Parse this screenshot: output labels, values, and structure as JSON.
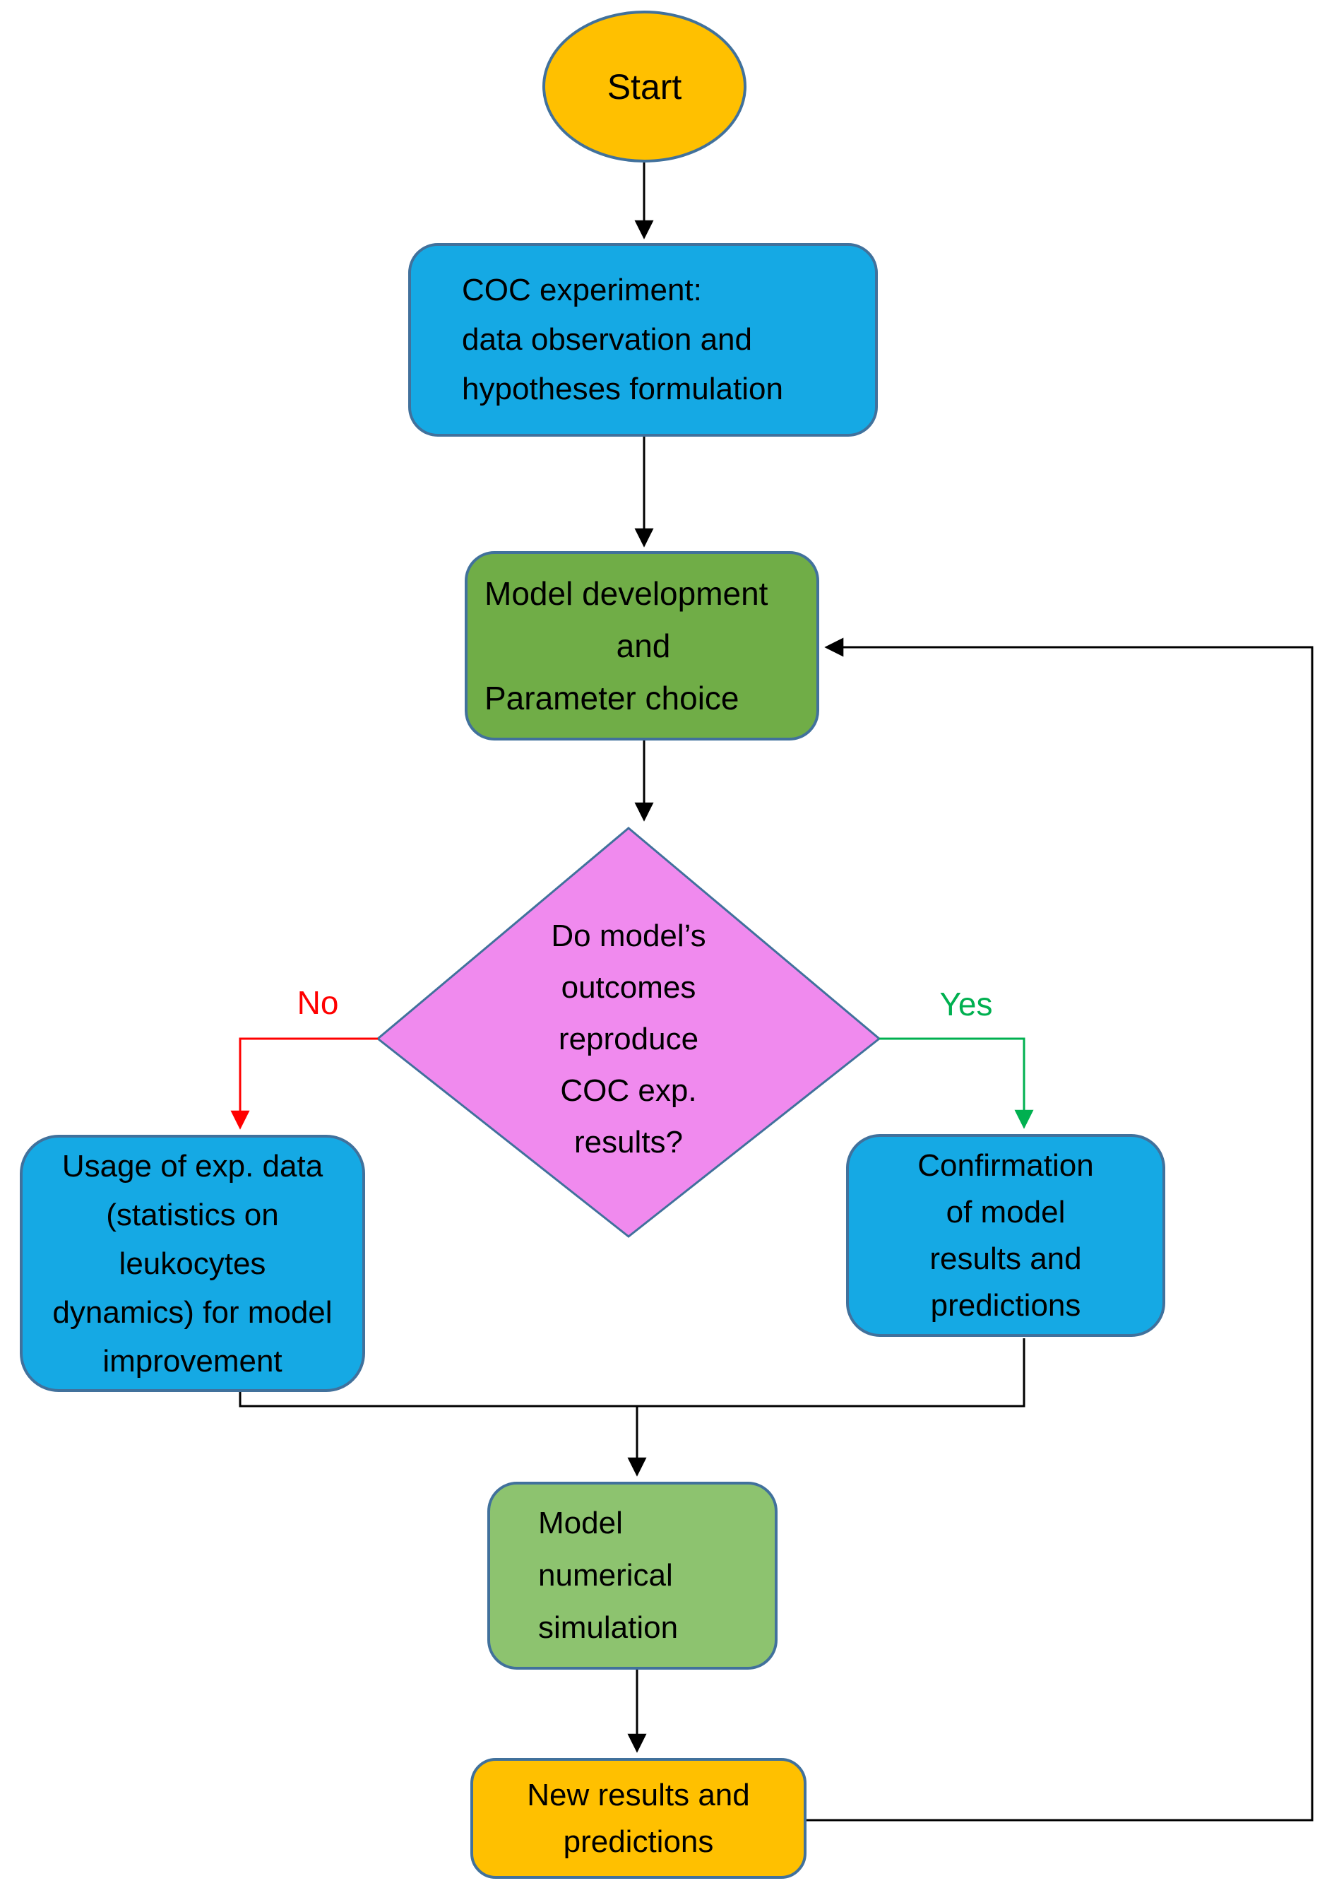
{
  "colors": {
    "node_blue": "#15A9E4",
    "node_green": "#70AD47",
    "node_light_green": "#8DC36F",
    "node_pink": "#F08AEE",
    "node_orange": "#FFC000",
    "border": "#41719C",
    "edge_black": "#000000",
    "edge_no": "#FF0000",
    "edge_yes": "#00B050"
  },
  "nodes": {
    "start": {
      "label": "Start"
    },
    "coc_experiment": {
      "lines": [
        "COC experiment:",
        "data observation and",
        "hypotheses formulation"
      ]
    },
    "model_development": {
      "lines": [
        "Model development",
        "and",
        "Parameter choice"
      ]
    },
    "decision": {
      "lines": [
        "Do model’s",
        "outcomes",
        "reproduce",
        "COC exp.",
        "results?"
      ]
    },
    "usage_exp_data": {
      "lines": [
        "Usage of exp. data",
        "(statistics on",
        "leukocytes",
        "dynamics) for model",
        "improvement"
      ]
    },
    "confirmation": {
      "lines": [
        "Confirmation",
        "of model",
        "results and",
        "predictions"
      ]
    },
    "numerical_simulation": {
      "lines": [
        "Model",
        "numerical",
        "simulation"
      ]
    },
    "new_results": {
      "lines": [
        "New results and",
        "predictions"
      ]
    }
  },
  "edge_labels": {
    "no": "No",
    "yes": "Yes"
  }
}
